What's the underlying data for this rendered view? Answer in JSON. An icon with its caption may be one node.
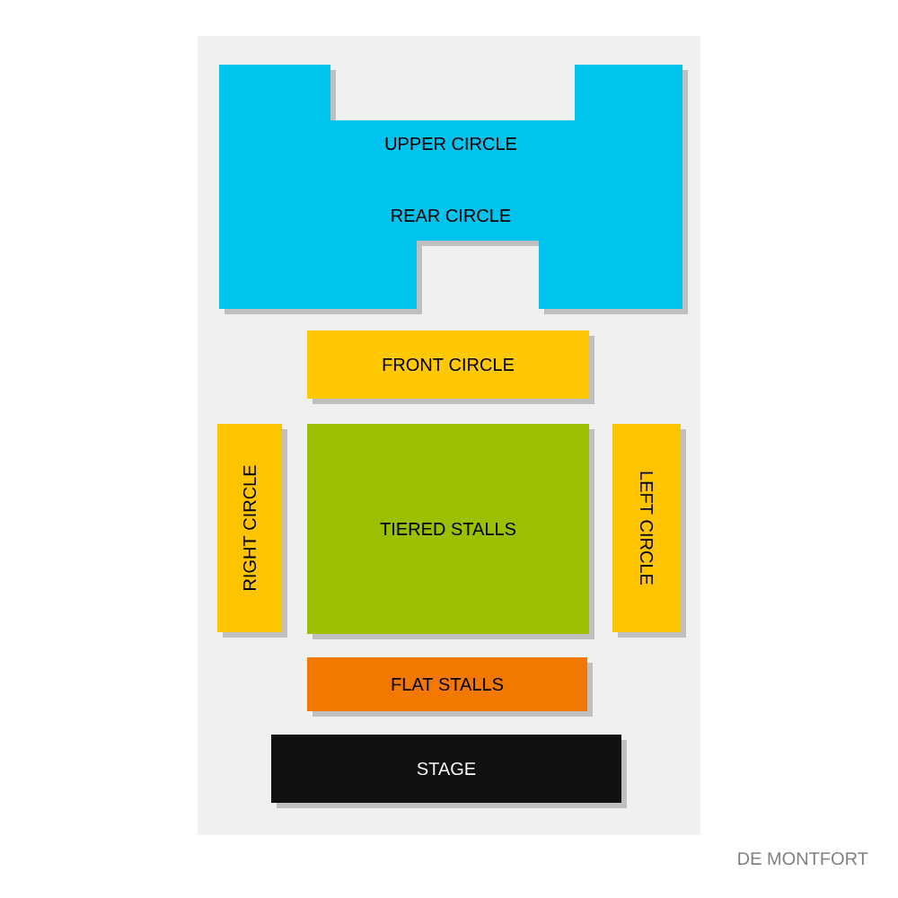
{
  "diagram": {
    "nodes": [
      {
        "text": [
          "UPPER CIRCLE",
          "REAR CIRCLE"
        ]
      },
      {
        "text": [
          "FRONT CIRCLE"
        ]
      },
      {
        "text": [
          "RIGHT CIRCLE"
        ]
      },
      {
        "text": [
          "TIERED STALLS"
        ]
      },
      {
        "text": [
          "LEFT CIRCLE"
        ]
      },
      {
        "text": [
          "FLAT STALLS"
        ]
      },
      {
        "text": [
          "STAGE"
        ]
      }
    ],
    "labels": [
      "DE MONTFORT"
    ]
  }
}
